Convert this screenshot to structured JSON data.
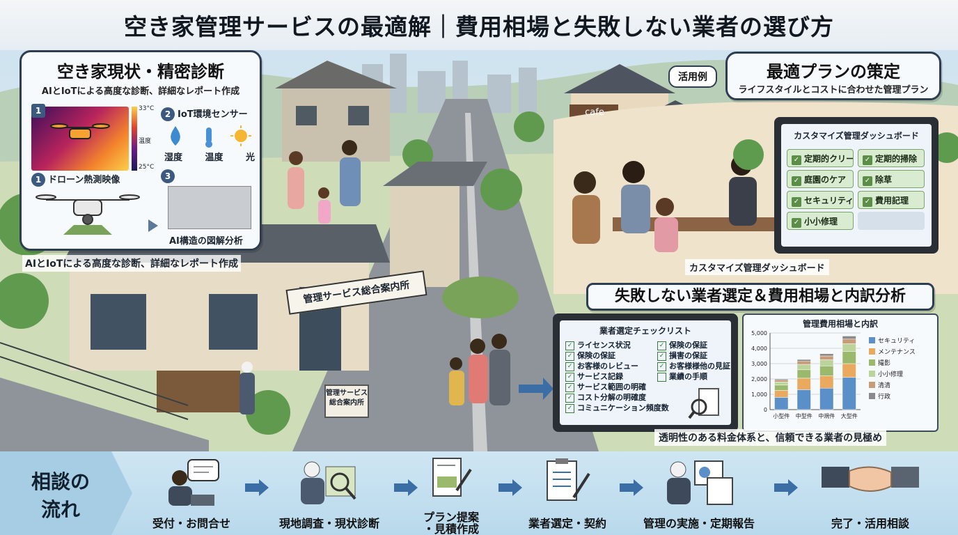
{
  "title": "空き家管理サービスの最適解｜費用相場と失敗しない業者の選び方",
  "diagnosis": {
    "heading": "空き家現状・精密診断",
    "subheading": "AIとIoTによる高度な診断、詳細なレポート作成",
    "items": [
      {
        "num": "1",
        "label": "ドローン熱測映像"
      },
      {
        "num": "2",
        "label": "IoT環境センサー"
      },
      {
        "num": "3",
        "label": "AI構造の図解分析"
      }
    ],
    "sensors": [
      "湿度",
      "温度",
      "光"
    ],
    "thermal_scale": {
      "high": "33°C",
      "mid": "温度",
      "low": "25°C"
    },
    "caption": "AIとIoTによる高度な診断、詳細なレポート作成"
  },
  "usage_tag": "活用例",
  "cafe_sign": "cafe",
  "center_sign": "管理サービス総合案内所",
  "small_sign": "管理サービス総合案内所",
  "plan": {
    "heading": "最適プランの策定",
    "subheading": "ライフスタイルとコストに合わせた管理プラン",
    "dashboard_title": "カスタマイズ管理ダッシュボード",
    "dashboard_items": [
      "定期的クリー",
      "定期的掃除",
      "庭園のケア",
      "除草",
      "セキュリティ",
      "費用記理",
      "小小修理"
    ],
    "caption": "カスタマイズ管理ダッシュボード"
  },
  "selection": {
    "heading": "失敗しない業者選定＆費用相場と内訳分析",
    "checklist_title": "業者選定チェックリスト",
    "checklist_left": [
      "ライセンス状況",
      "保険の保証",
      "お客様のレビュー",
      "サービス記録",
      "サービス範囲の明確",
      "コスト分解の明確度",
      "コミュニケーション頻度数"
    ],
    "checklist_right": [
      "保険の保証",
      "損害の保証",
      "お客様様他の見証",
      "業績の手順"
    ],
    "caption": "透明性のある料金体系と、信頼できる業者の見極め"
  },
  "chart_data": {
    "type": "bar",
    "title": "管理費用相場と内訳",
    "categories": [
      "小型件",
      "中型件",
      "中規件",
      "大型件"
    ],
    "ylim": [
      0,
      5000
    ],
    "yticks": [
      "5,000",
      "4,000",
      "3,000",
      "2,000",
      "1,000",
      "0"
    ],
    "stacked": true,
    "series": [
      {
        "name": "セキュリティ",
        "color": "#5b8fc7",
        "values": [
          800,
          1300,
          1400,
          2100
        ]
      },
      {
        "name": "メンテナンス",
        "color": "#e9a95e",
        "values": [
          450,
          750,
          800,
          900
        ]
      },
      {
        "name": "撮影",
        "color": "#9ab96c",
        "values": [
          350,
          550,
          650,
          800
        ]
      },
      {
        "name": "小小修理",
        "color": "#bcd39c",
        "values": [
          200,
          350,
          400,
          500
        ]
      },
      {
        "name": "清清",
        "color": "#c99c78",
        "values": [
          120,
          200,
          250,
          300
        ]
      },
      {
        "name": "行政",
        "color": "#8a8a8a",
        "values": [
          80,
          120,
          150,
          200
        ]
      }
    ]
  },
  "flow": {
    "heading_line1": "相談の",
    "heading_line2": "流れ",
    "steps": [
      {
        "line1": "受付・お問合せ",
        "line2": ""
      },
      {
        "line1": "現地調査・現状診断",
        "line2": ""
      },
      {
        "line1": "プラン提案",
        "line2": "・見積作成"
      },
      {
        "line1": "業者選定・契約",
        "line2": ""
      },
      {
        "line1": "管理の実施・定期報告",
        "line2": ""
      },
      {
        "line1": "完了・活用相談",
        "line2": ""
      }
    ]
  }
}
